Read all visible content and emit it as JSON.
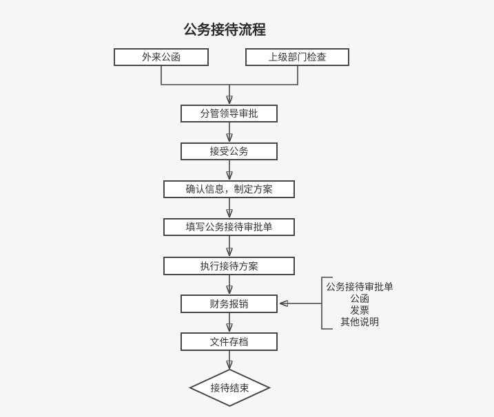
{
  "title": "公务接待流程",
  "nodes": {
    "source_left": "外来公函",
    "source_right": "上级部门检查",
    "leader_approval": "分管领导审批",
    "accept": "接受公务",
    "confirm": "确认信息，制定方案",
    "fill_form": "填写公务接待审批单",
    "execute": "执行接待方案",
    "reimburse": "财务报销",
    "archive": "文件存档",
    "end": "接待结束"
  },
  "side_note": {
    "lines": [
      "公务接待审批单",
      "公函",
      "发票",
      "其他说明"
    ]
  },
  "colors": {
    "background": "#f5f6f6",
    "node_fill": "#ffffff",
    "node_border": "#474747",
    "connector": "#474747",
    "arrowhead": "#2f2f2f",
    "text": "#333333"
  }
}
